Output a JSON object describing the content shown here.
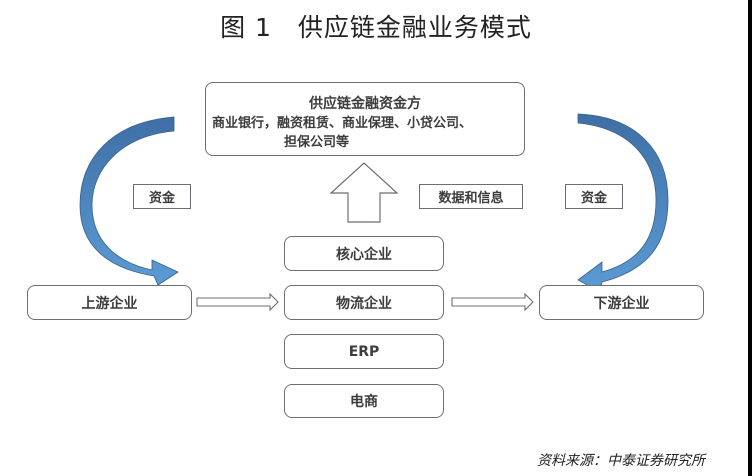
{
  "title": {
    "figure_no": "图 1",
    "text": "供应链金融业务模式"
  },
  "funder": {
    "title": "供应链金融资金方",
    "desc_line1": "商业银行，融资租赁、商业保理、小贷公司、",
    "desc_line2": "担保公司等"
  },
  "labels": {
    "funds_left": "资金",
    "funds_right": "资金",
    "data_info": "数据和信息"
  },
  "nodes": {
    "upstream": "上游企业",
    "core": "核心企业",
    "logistics": "物流企业",
    "erp": "ERP",
    "ecommerce": "电商",
    "downstream": "下游企业"
  },
  "colors": {
    "curved_arrow_dark": "#3e6fa6",
    "curved_arrow_light": "#5b9bd5",
    "box_border": "#6b6f73"
  },
  "source": "资料来源：中泰证券研究所"
}
